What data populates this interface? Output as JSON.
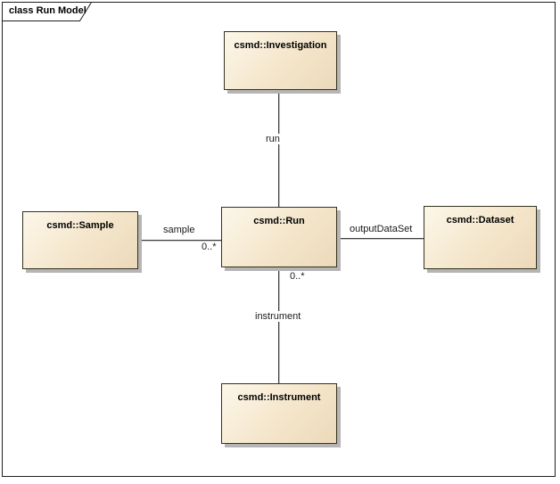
{
  "frame": {
    "title": "class Run Model"
  },
  "classes": {
    "investigation": {
      "name": "csmd::Investigation"
    },
    "sample": {
      "name": "csmd::Sample"
    },
    "run": {
      "name": "csmd::Run"
    },
    "dataset": {
      "name": "csmd::Dataset"
    },
    "instrument": {
      "name": "csmd::Instrument"
    }
  },
  "connectors": {
    "investigation_run": {
      "label": "run"
    },
    "sample_run": {
      "label": "sample",
      "multiplicity": "0..*"
    },
    "run_dataset": {
      "label": "outputDataSet"
    },
    "run_instrument": {
      "label": "instrument",
      "multiplicity": "0..*"
    }
  },
  "colors": {
    "class_fill_light": "#fcf7ea",
    "class_fill_dark": "#ecd9ba",
    "class_border": "#34321f",
    "shadow": "#b5b5b5",
    "line": "#3d3d3d",
    "frame_border": "#1f1f1f"
  }
}
